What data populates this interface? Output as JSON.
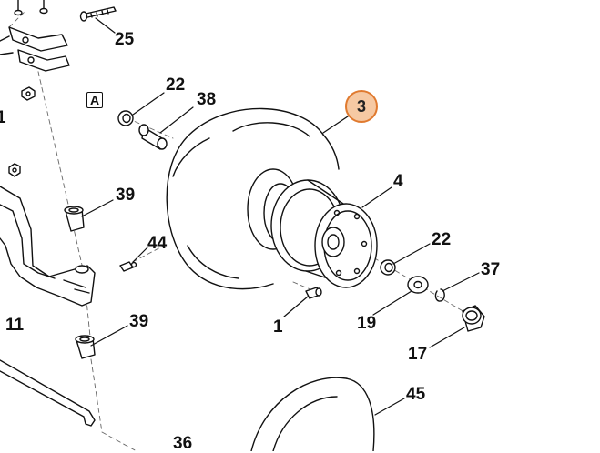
{
  "diagram": {
    "highlight": {
      "label": "3",
      "fill": "#f6c9a3",
      "stroke": "#e07a2f"
    },
    "line_color": "#111111",
    "detail_marker": "A",
    "parts": [
      {
        "id": "25",
        "label": "25"
      },
      {
        "id": "22a",
        "label": "22"
      },
      {
        "id": "38",
        "label": "38"
      },
      {
        "id": "4",
        "label": "4"
      },
      {
        "id": "39a",
        "label": "39"
      },
      {
        "id": "44",
        "label": "44"
      },
      {
        "id": "22b",
        "label": "22"
      },
      {
        "id": "37",
        "label": "37"
      },
      {
        "id": "1",
        "label": "1"
      },
      {
        "id": "19",
        "label": "19"
      },
      {
        "id": "11",
        "label": "11"
      },
      {
        "id": "39b",
        "label": "39"
      },
      {
        "id": "17",
        "label": "17"
      },
      {
        "id": "45",
        "label": "45"
      },
      {
        "id": "36",
        "label": "36"
      },
      {
        "id": "edge1",
        "label": "1"
      }
    ]
  }
}
